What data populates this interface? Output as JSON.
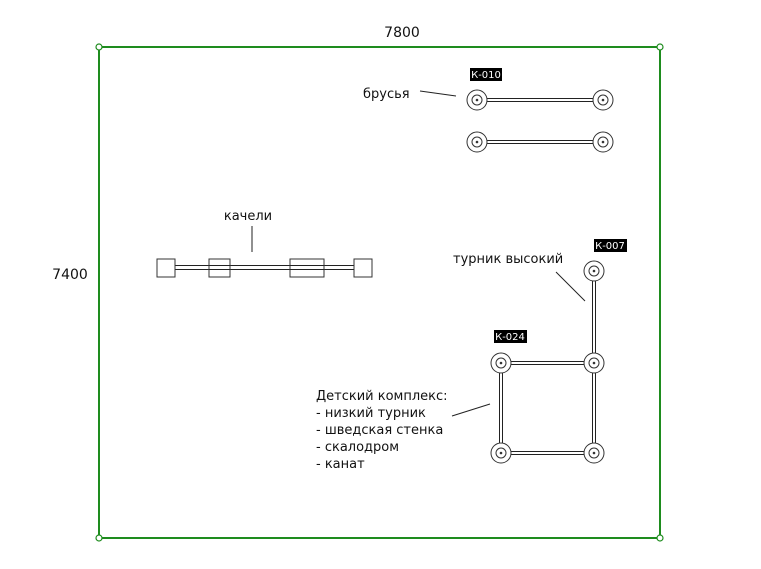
{
  "plan": {
    "width_label": "7800",
    "height_label": "7400",
    "border_color": "#1e8c1e"
  },
  "labels": {
    "bars": "брусья",
    "swing": "качели",
    "high_bar": "турник высокий",
    "complex": {
      "title": "Детский комплекс:",
      "items": [
        "- низкий турник",
        "- шведская стенка",
        "- скалодром",
        "- канат"
      ]
    }
  },
  "codes": {
    "bars": "К-010",
    "high_bar": "К-007",
    "complex": "К-024"
  },
  "icons": {
    "post": "post-circle-icon",
    "seat": "swing-seat-icon"
  }
}
